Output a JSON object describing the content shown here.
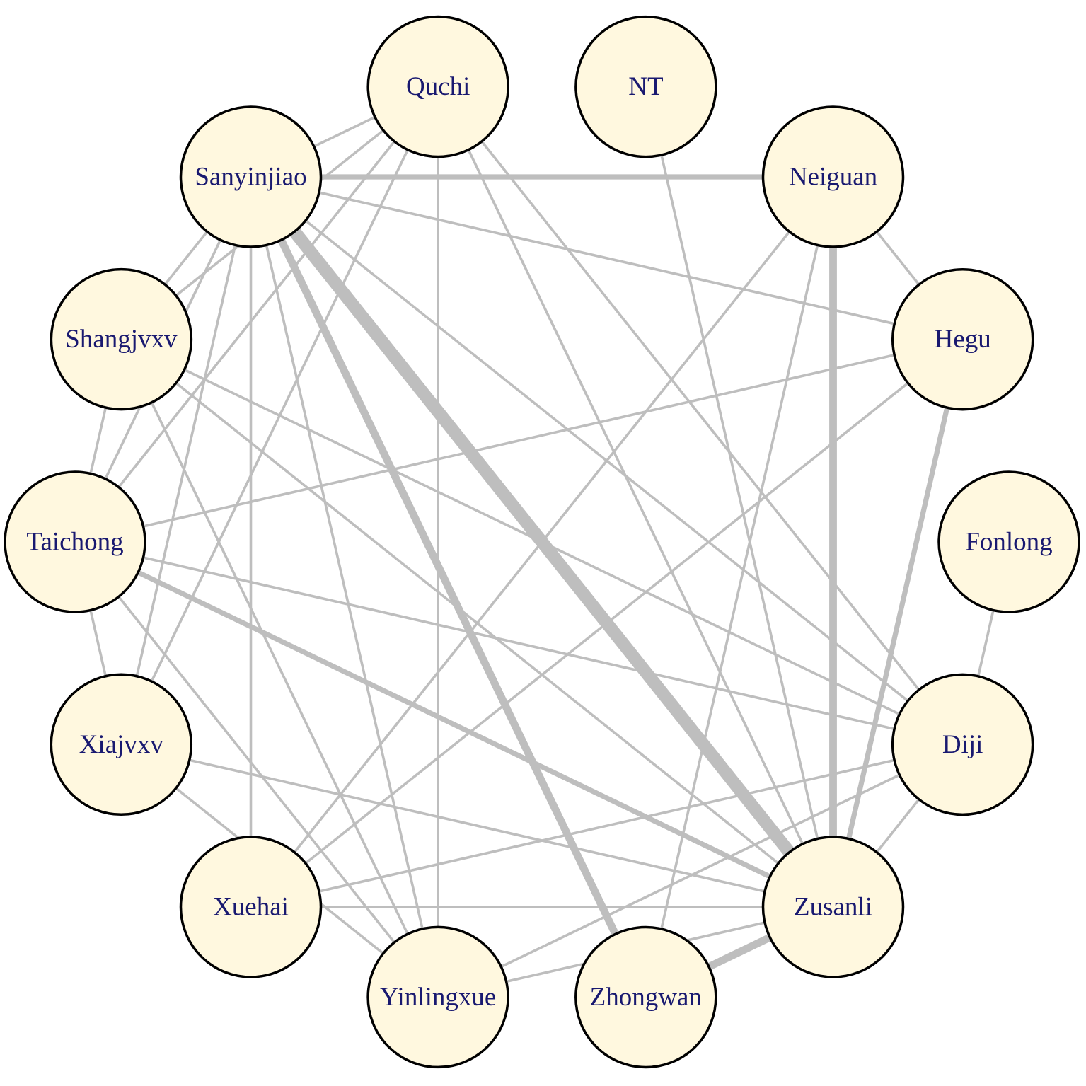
{
  "diagram": {
    "type": "network-graph",
    "layout": "circle",
    "colors": {
      "node_fill": "#fff8df",
      "node_stroke": "#000000",
      "edge": "#bebebe",
      "label": "#191970",
      "background": "#ffffff"
    },
    "nodes": [
      {
        "id": "NT",
        "label": "NT"
      },
      {
        "id": "Neiguan",
        "label": "Neiguan"
      },
      {
        "id": "Hegu",
        "label": "Hegu"
      },
      {
        "id": "Fonlong",
        "label": "Fonlong"
      },
      {
        "id": "Diji",
        "label": "Diji"
      },
      {
        "id": "Zusanli",
        "label": "Zusanli"
      },
      {
        "id": "Zhongwan",
        "label": "Zhongwan"
      },
      {
        "id": "Yinlingxue",
        "label": "Yinlingxue"
      },
      {
        "id": "Xuehai",
        "label": "Xuehai"
      },
      {
        "id": "Xiajvxv",
        "label": "Xiajvxv"
      },
      {
        "id": "Taichong",
        "label": "Taichong"
      },
      {
        "id": "Shangjvxv",
        "label": "Shangjvxv"
      },
      {
        "id": "Sanyinjiao",
        "label": "Sanyinjiao"
      },
      {
        "id": "Quchi",
        "label": "Quchi"
      }
    ],
    "edges": [
      {
        "source": "Sanyinjiao",
        "target": "Zusanli",
        "weight": 5
      },
      {
        "source": "Sanyinjiao",
        "target": "Zhongwan",
        "weight": 3
      },
      {
        "source": "Neiguan",
        "target": "Zusanli",
        "weight": 3
      },
      {
        "source": "Sanyinjiao",
        "target": "Neiguan",
        "weight": 2
      },
      {
        "source": "Zusanli",
        "target": "Zhongwan",
        "weight": 3
      },
      {
        "source": "Hegu",
        "target": "Zusanli",
        "weight": 2
      },
      {
        "source": "Taichong",
        "target": "Zusanli",
        "weight": 2
      },
      {
        "source": "NT",
        "target": "Zusanli",
        "weight": 1
      },
      {
        "source": "Neiguan",
        "target": "Hegu",
        "weight": 1
      },
      {
        "source": "Neiguan",
        "target": "Xuehai",
        "weight": 1
      },
      {
        "source": "Neiguan",
        "target": "Zhongwan",
        "weight": 1
      },
      {
        "source": "Hegu",
        "target": "Sanyinjiao",
        "weight": 1
      },
      {
        "source": "Hegu",
        "target": "Taichong",
        "weight": 1
      },
      {
        "source": "Hegu",
        "target": "Xuehai",
        "weight": 1
      },
      {
        "source": "Fonlong",
        "target": "Diji",
        "weight": 1
      },
      {
        "source": "Diji",
        "target": "Zusanli",
        "weight": 1
      },
      {
        "source": "Diji",
        "target": "Sanyinjiao",
        "weight": 1
      },
      {
        "source": "Diji",
        "target": "Shangjvxv",
        "weight": 1
      },
      {
        "source": "Diji",
        "target": "Taichong",
        "weight": 1
      },
      {
        "source": "Diji",
        "target": "Xuehai",
        "weight": 1
      },
      {
        "source": "Quchi",
        "target": "Diji",
        "weight": 1
      },
      {
        "source": "Quchi",
        "target": "Zusanli",
        "weight": 1
      },
      {
        "source": "Quchi",
        "target": "Sanyinjiao",
        "weight": 1
      },
      {
        "source": "Quchi",
        "target": "Shangjvxv",
        "weight": 1
      },
      {
        "source": "Quchi",
        "target": "Taichong",
        "weight": 1
      },
      {
        "source": "Quchi",
        "target": "Xiajvxv",
        "weight": 1
      },
      {
        "source": "Quchi",
        "target": "Yinlingxue",
        "weight": 1
      },
      {
        "source": "Sanyinjiao",
        "target": "Shangjvxv",
        "weight": 1
      },
      {
        "source": "Sanyinjiao",
        "target": "Taichong",
        "weight": 1
      },
      {
        "source": "Sanyinjiao",
        "target": "Xiajvxv",
        "weight": 1
      },
      {
        "source": "Sanyinjiao",
        "target": "Xuehai",
        "weight": 1
      },
      {
        "source": "Sanyinjiao",
        "target": "Yinlingxue",
        "weight": 1
      },
      {
        "source": "Shangjvxv",
        "target": "Zusanli",
        "weight": 1
      },
      {
        "source": "Shangjvxv",
        "target": "Taichong",
        "weight": 1
      },
      {
        "source": "Shangjvxv",
        "target": "Yinlingxue",
        "weight": 1
      },
      {
        "source": "Taichong",
        "target": "Xiajvxv",
        "weight": 1
      },
      {
        "source": "Taichong",
        "target": "Yinlingxue",
        "weight": 1
      },
      {
        "source": "Xiajvxv",
        "target": "Zusanli",
        "weight": 1
      },
      {
        "source": "Xiajvxv",
        "target": "Yinlingxue",
        "weight": 1
      },
      {
        "source": "Xuehai",
        "target": "Zusanli",
        "weight": 1
      },
      {
        "source": "Yinlingxue",
        "target": "Zusanli",
        "weight": 1
      },
      {
        "source": "Diji",
        "target": "Yinlingxue",
        "weight": 1
      }
    ]
  }
}
